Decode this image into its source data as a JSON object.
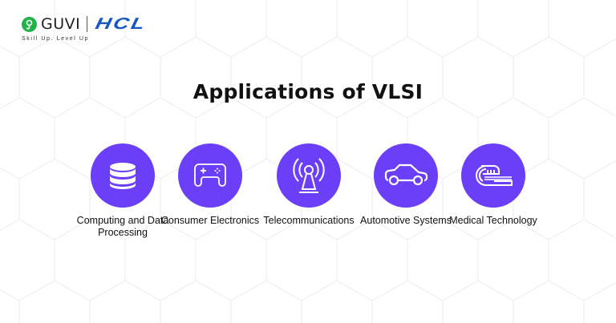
{
  "brand": {
    "guvi": "GUVI",
    "partner": "HCL",
    "tagline": "Skill Up. Level Up",
    "colors": {
      "guvi_green": "#22b24c",
      "hcl_blue": "#1656c4"
    }
  },
  "title": "Applications of VLSI",
  "accent_color": "#6b3ff7",
  "applications": [
    {
      "icon": "database-icon",
      "label": "Computing and Data Processing"
    },
    {
      "icon": "gamepad-icon",
      "label": "Consumer Electronics"
    },
    {
      "icon": "antenna-tower-icon",
      "label": "Telecommunications"
    },
    {
      "icon": "car-icon",
      "label": "Automotive Systems"
    },
    {
      "icon": "mri-scanner-icon",
      "label": "Medical Technology"
    }
  ]
}
